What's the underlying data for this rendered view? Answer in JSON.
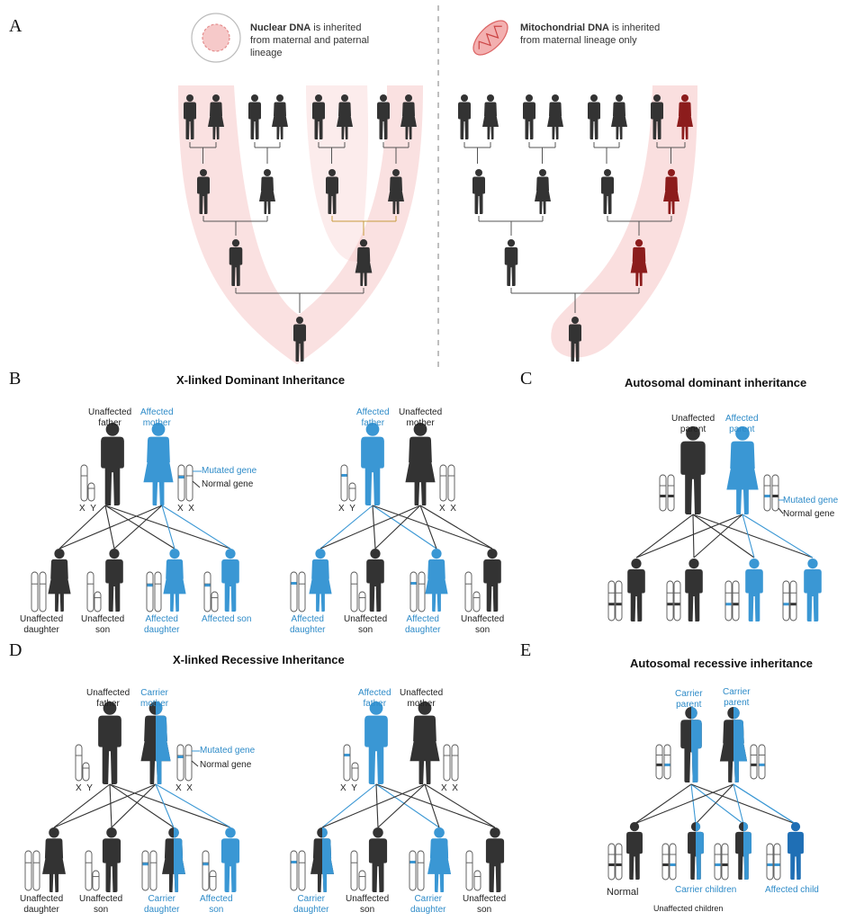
{
  "panels": {
    "a": "A",
    "b": "B",
    "c": "C",
    "d": "D",
    "e": "E"
  },
  "legend": {
    "nuclear_bold": "Nuclear DNA",
    "nuclear_rest1": " is inherited",
    "nuclear_rest2": "from maternal and paternal",
    "nuclear_rest3": "lineage",
    "mito_bold": "Mitochondrial DNA",
    "mito_rest1": " is inherited",
    "mito_rest2": "from maternal lineage only"
  },
  "titles": {
    "b": "X-linked Dominant Inheritance",
    "c": "Autosomal dominant inheritance",
    "d": "X-linked Recessive Inheritance",
    "e": "Autosomal recessive inheritance"
  },
  "genes": {
    "mutated": "Mutated gene",
    "normal": "Normal gene"
  },
  "xy": {
    "x": "X",
    "y": "Y"
  },
  "b_left": {
    "father": [
      "Unaffected",
      "father"
    ],
    "mother": [
      "Affected",
      "mother"
    ],
    "children": [
      [
        "Unaffected",
        "daughter"
      ],
      [
        "Unaffected",
        "son"
      ],
      [
        "Affected",
        "daughter"
      ],
      [
        "Affected son"
      ]
    ]
  },
  "b_right": {
    "father": [
      "Affected",
      "father"
    ],
    "mother": [
      "Unaffected",
      "mother"
    ],
    "children": [
      [
        "Affected",
        "daughter"
      ],
      [
        "Unaffected",
        "son"
      ],
      [
        "Affected",
        "daughter"
      ],
      [
        "Unaffected",
        "son"
      ]
    ]
  },
  "c": {
    "parent1": [
      "Unaffected",
      "parent"
    ],
    "parent2": [
      "Affected",
      "parent"
    ]
  },
  "d_left": {
    "father": [
      "Unaffected",
      "father"
    ],
    "mother": [
      "Carrier",
      "mother"
    ],
    "children": [
      [
        "Unaffected",
        "daughter"
      ],
      [
        "Unaffected",
        "son"
      ],
      [
        "Carrier",
        "daughter"
      ],
      [
        "Affected",
        "son"
      ]
    ]
  },
  "d_right": {
    "father": [
      "Affected",
      "father"
    ],
    "mother": [
      "Unaffected",
      "mother"
    ],
    "children": [
      [
        "Carrier",
        "daughter"
      ],
      [
        "Unaffected",
        "son"
      ],
      [
        "Carrier",
        "daughter"
      ],
      [
        "Unaffected",
        "son"
      ]
    ]
  },
  "e": {
    "parent1": [
      "Carrier",
      "parent"
    ],
    "parent2": [
      "Carrier",
      "parent"
    ],
    "normal": "Normal",
    "carrier_children": "Carrier children",
    "affected_child": "Affected child",
    "unaffected_children": "Unaffected children"
  },
  "colors": {
    "dark": "#333333",
    "blue": "#3a97d4",
    "deepblue": "#1f6fb5",
    "red": "#8c1c1c",
    "pink": "#f6c9c9",
    "line_gold": "#c79a3d"
  }
}
